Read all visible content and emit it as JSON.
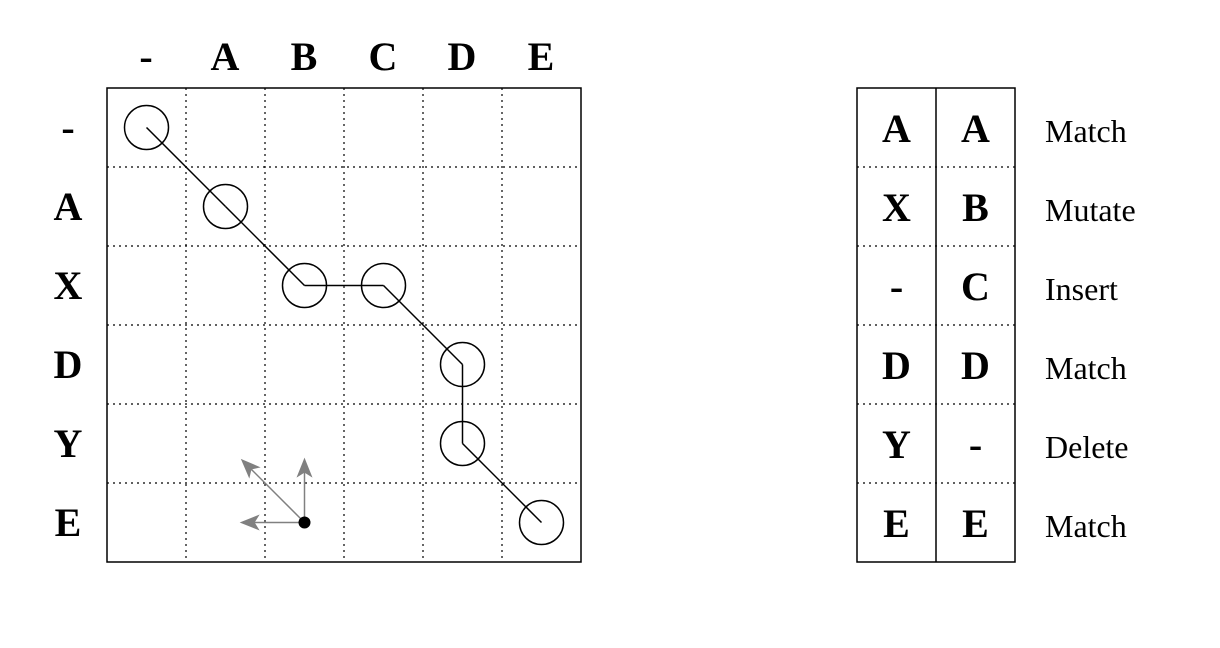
{
  "matrix": {
    "col_headers": [
      "-",
      "A",
      "B",
      "C",
      "D",
      "E"
    ],
    "row_headers": [
      "-",
      "A",
      "X",
      "D",
      "Y",
      "E"
    ],
    "path": [
      [
        0,
        0
      ],
      [
        1,
        1
      ],
      [
        2,
        2
      ],
      [
        2,
        3
      ],
      [
        3,
        4
      ],
      [
        4,
        4
      ],
      [
        5,
        5
      ]
    ],
    "legend_arrows": {
      "origin": [
        5,
        2
      ],
      "directions": [
        "left",
        "up",
        "up-left"
      ],
      "color": "#808080"
    },
    "path_color": "#000000",
    "grid_line_style": "dotted"
  },
  "alignment": {
    "rows": [
      {
        "top": "A",
        "bottom": "A",
        "op": "Match"
      },
      {
        "top": "X",
        "bottom": "B",
        "op": "Mutate"
      },
      {
        "top": "-",
        "bottom": "C",
        "op": "Insert"
      },
      {
        "top": "D",
        "bottom": "D",
        "op": "Match"
      },
      {
        "top": "Y",
        "bottom": "-",
        "op": "Delete"
      },
      {
        "top": "E",
        "bottom": "E",
        "op": "Match"
      }
    ]
  }
}
